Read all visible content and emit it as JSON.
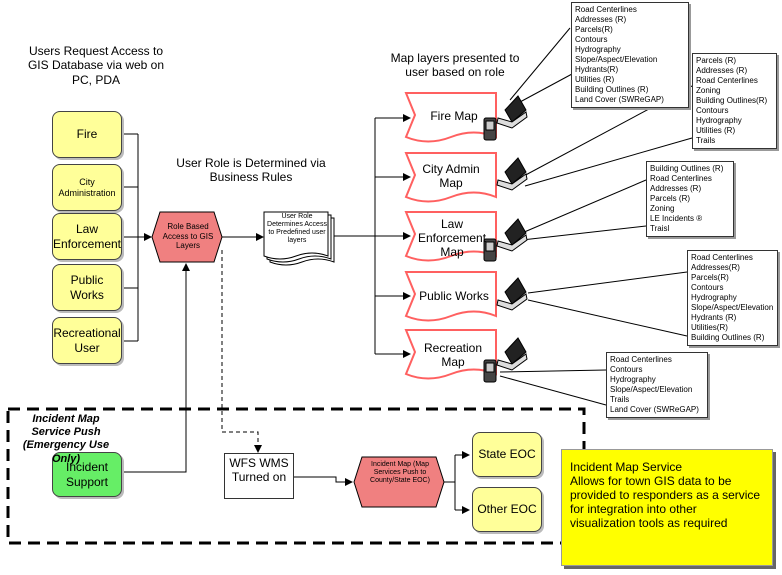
{
  "header": {
    "request_title": "Users Request Access to GIS Database via web on PC, PDA",
    "presented_title": "Map layers presented to user based on role",
    "role_rules_title": "User Role is Determined via Business Rules"
  },
  "roles": [
    {
      "label": "Fire"
    },
    {
      "label": "City Administration"
    },
    {
      "label": "Law Enforcement"
    },
    {
      "label": "Public Works"
    },
    {
      "label": "Recreational User"
    }
  ],
  "role_based_access": "Role Based Access to GIS Layers",
  "predefined_doc": "User Role Determines Access to Predefined user layers",
  "maps": [
    {
      "label": "Fire Map"
    },
    {
      "label": "City Admin Map"
    },
    {
      "label": "Law Enforcement Map"
    },
    {
      "label": "Public Works"
    },
    {
      "label": "Recreation Map"
    }
  ],
  "layer_lists": [
    [
      "Road Centerlines",
      "Addresses (R)",
      "Parcels(R)",
      "Contours",
      "Hydrography",
      "Slope/Aspect/Elevation",
      "Hydrants(R)",
      "Utilities (R)",
      "Building Outlines (R)",
      "Land Cover (SWReGAP)"
    ],
    [
      "Parcels  (R)",
      "Addresses (R)",
      "Road Centerlines",
      "Zoning",
      "Building Outlines(R)",
      "Contours",
      "Hydrography",
      "Utilities (R)",
      "Trails"
    ],
    [
      "Building Outlines (R)",
      "Road Centerlines",
      "Addresses (R)",
      "Parcels (R)",
      "Zoning",
      "LE Incidents ®",
      "Traisl"
    ],
    [
      "Road Centerlines",
      "Addresses(R)",
      "Parcels(R)",
      "Contours",
      "Hydrography",
      "Slope/Aspect/Elevation",
      "Hydrants (R)",
      "Utilities(R)",
      "Building Outlines (R)"
    ],
    [
      "Road Centerlines",
      "Contours",
      "Hydrography",
      "Slope/Aspect/Elevation",
      "Trails",
      "Land Cover (SWReGAP)"
    ]
  ],
  "emergency": {
    "title": "Incident Map Service Push (Emergency Use Only)",
    "incident_support": "Incident Support",
    "wfs_wms": "WFS WMS Turned on",
    "incident_map": "Incident Map (Map Services Push to County/State EOC)",
    "eocs": [
      {
        "label": "State EOC"
      },
      {
        "label": "Other EOC"
      }
    ]
  },
  "note": {
    "title": "Incident Map Service",
    "body": "Allows for town GIS data to be provided to responders as a service for integration into other visualization tools as required"
  },
  "colors": {
    "role_fill": "#ffff99",
    "incident_fill": "#66ee66",
    "hex_fill": "#f08080",
    "note_fill": "#ffff00",
    "banner_border": "#ff6060"
  },
  "icons": [
    "laptop-icon",
    "pda-icon",
    "document-stack-icon"
  ]
}
